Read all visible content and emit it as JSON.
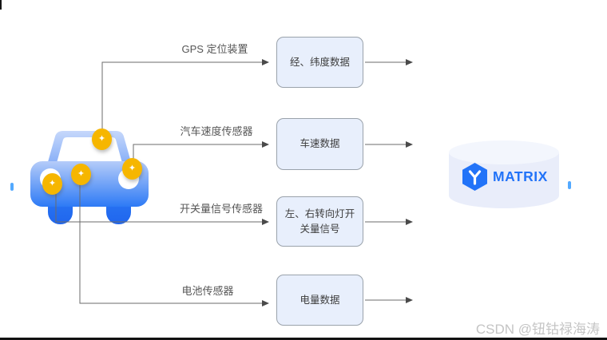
{
  "diagram": {
    "marker_glyph": "✦",
    "rows": [
      {
        "sensor_label": "GPS 定位装置",
        "box_label": "经、纬度数据"
      },
      {
        "sensor_label": "汽车速度传感器",
        "box_label": "车速数据"
      },
      {
        "sensor_label": "开关量信号传感器",
        "box_label": "左、右转向灯开关量信号"
      },
      {
        "sensor_label": "电池传感器",
        "box_label": "电量数据"
      }
    ],
    "database": {
      "name": "MATRIX"
    },
    "colors": {
      "box_fill": "#e8effc",
      "box_border": "#9aa2ab",
      "connector_line": "#6b6b6b",
      "car_blue": "#2d7af5",
      "marker_yellow": "#f6b600",
      "matrix_blue": "#2273f8",
      "cylinder_fill": "#e9edfa"
    }
  },
  "watermark": {
    "text": "CSDN @钮钴禄海涛"
  }
}
